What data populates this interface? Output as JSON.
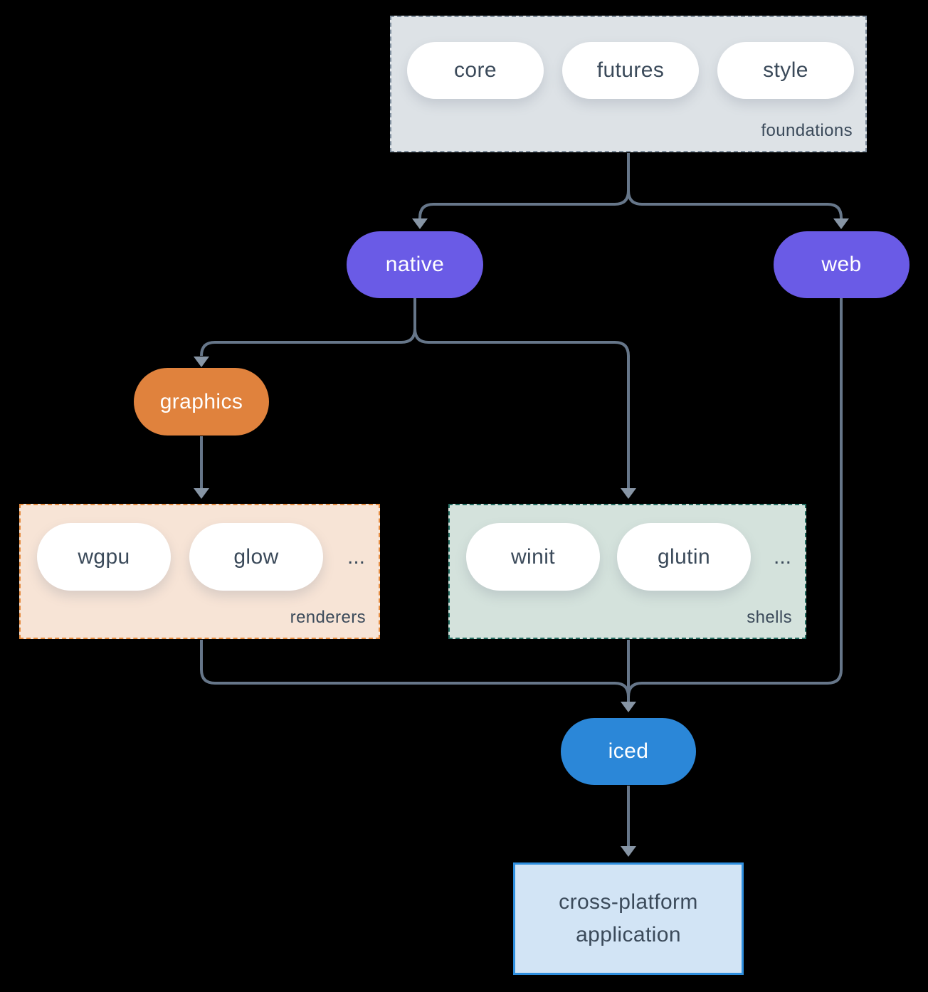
{
  "diagram": {
    "foundations": {
      "label": "foundations",
      "pills": [
        "core",
        "futures",
        "style"
      ]
    },
    "native": {
      "label": "native"
    },
    "web": {
      "label": "web"
    },
    "graphics": {
      "label": "graphics"
    },
    "renderers": {
      "label": "renderers",
      "pills": [
        "wgpu",
        "glow"
      ],
      "more": "..."
    },
    "shells": {
      "label": "shells",
      "pills": [
        "winit",
        "glutin"
      ],
      "more": "..."
    },
    "iced": {
      "label": "iced"
    },
    "application": {
      "line1": "cross-platform",
      "line2": "application"
    }
  },
  "colors": {
    "background": "#000000",
    "connector_line": "#667689",
    "arrowhead": "#8795a5",
    "dark_text": "#3b4a5a",
    "purple_node": "#6a5be6",
    "orange_node": "#e0823d",
    "blue_node": "#2b87d8",
    "foundations_bg": "#dde2e6",
    "foundations_border": "#7e8d9c",
    "renderers_bg": "#f7e4d6",
    "renderers_border": "#e58b3e",
    "shells_bg": "#d4e2dc",
    "shells_border": "#256e62",
    "application_bg": "#d2e4f5",
    "application_border": "#2e8ede",
    "pill_bg": "#ffffff"
  }
}
